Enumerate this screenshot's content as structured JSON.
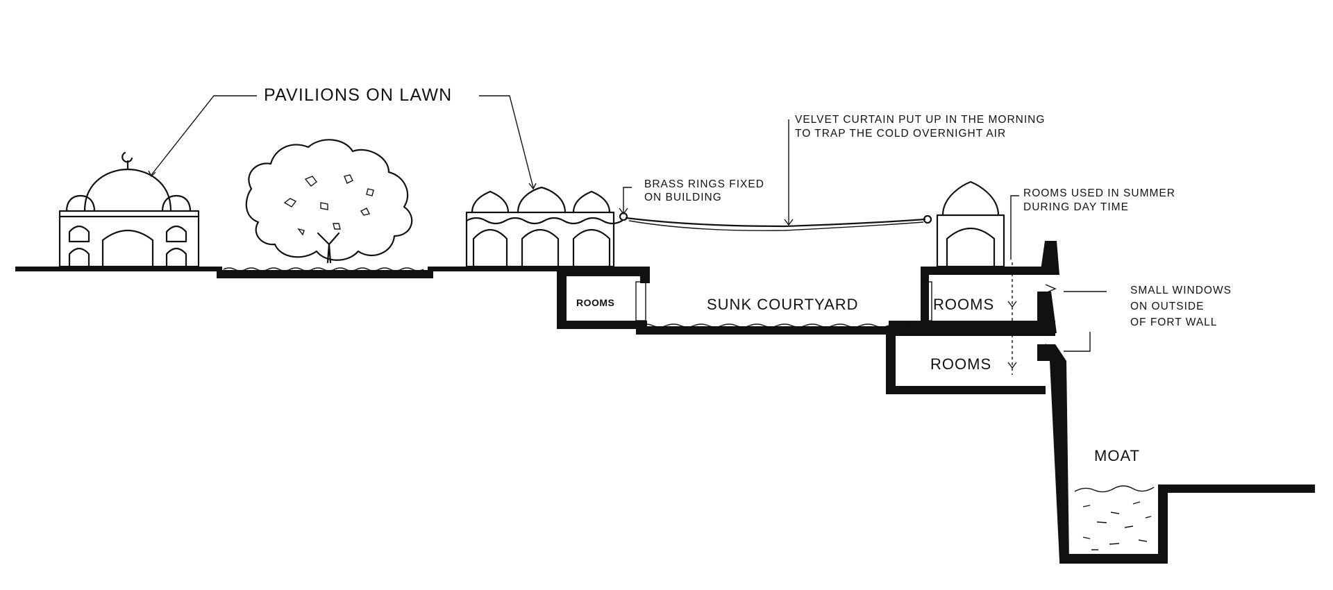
{
  "labels": {
    "pavilions": "PAVILIONS ON LAWN",
    "curtain_line1": "VELVET CURTAIN PUT UP IN THE MORNING",
    "curtain_line2": "TO TRAP THE COLD OVERNIGHT AIR",
    "brass_line1": "BRASS RINGS FIXED",
    "brass_line2": "ON BUILDING",
    "summer_line1": "ROOMS USED IN SUMMER",
    "summer_line2": "DURING DAY TIME",
    "rooms_small": "ROOMS",
    "sunk_courtyard": "SUNK COURTYARD",
    "rooms_upper": "ROOMS",
    "rooms_lower": "ROOMS",
    "windows_line1": "SMALL WINDOWS",
    "windows_line2": "ON OUTSIDE",
    "windows_line3": "OF FORT WALL",
    "moat": "MOAT"
  },
  "colors": {
    "ink": "#111111",
    "paper": "#ffffff"
  }
}
